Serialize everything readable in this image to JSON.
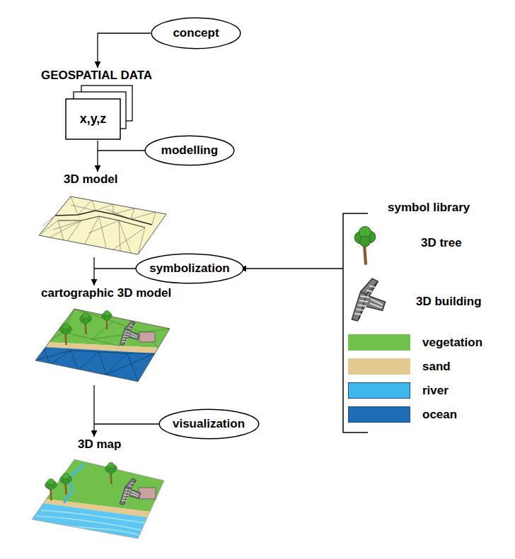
{
  "diagram": {
    "nodes": [
      {
        "text": [
          "concept"
        ]
      },
      {
        "text": [
          "GEOSPATIAL DATA",
          "x,y,z"
        ]
      },
      {
        "text": [
          "modelling"
        ]
      },
      {
        "text": [
          "3D model"
        ]
      },
      {
        "text": [
          "symbolization"
        ]
      },
      {
        "text": [
          "cartographic 3D model"
        ]
      },
      {
        "text": [
          "visualization"
        ]
      },
      {
        "text": [
          "3D map"
        ]
      }
    ],
    "edges": [
      {
        "from": 0,
        "to": 1,
        "arrow": "to"
      },
      {
        "from": 1,
        "to": 3,
        "arrow": "to"
      },
      {
        "from": 3,
        "to": 5,
        "arrow": "to"
      },
      {
        "from": 5,
        "to": 7,
        "arrow": "to"
      }
    ],
    "labels": [
      "symbol library",
      "3D tree",
      "3D building"
    ],
    "legend": [
      {
        "text": "vegetation",
        "color": "#72c04c"
      },
      {
        "text": "sand",
        "color": "#e4c990"
      },
      {
        "text": "river",
        "color": "#40b7ec"
      },
      {
        "text": "ocean",
        "color": "#1f6db5"
      }
    ]
  }
}
